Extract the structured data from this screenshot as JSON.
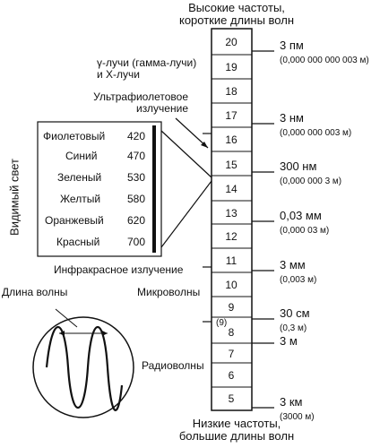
{
  "top_title": [
    "Высокие частоты,",
    "короткие длины волн"
  ],
  "bottom_title": [
    "Низкие частоты,",
    "большие длины волн"
  ],
  "scale": [
    "20",
    "19",
    "18",
    "17",
    "16",
    "15",
    "14",
    "13",
    "12",
    "11",
    "10",
    "9",
    "8",
    "7",
    "6",
    "5"
  ],
  "scale_extra": "(9)",
  "right_labels": [
    {
      "main": "3 пм",
      "sub": "(0,000 000 000 003 м)"
    },
    {
      "main": "3 нм",
      "sub": "(0,000 000 003 м)"
    },
    {
      "main": "300 нм",
      "sub": "(0,000 000 3 м)"
    },
    {
      "main": "0,03 мм",
      "sub": "(0,000 03 м)"
    },
    {
      "main": "3 мм",
      "sub": "(0,003 м)"
    },
    {
      "main": "30 см",
      "sub": "(0,3 м)"
    },
    {
      "main": "3 м",
      "sub": ""
    },
    {
      "main": "3 км",
      "sub": "(3000 м)"
    }
  ],
  "left_labels": {
    "gamma": [
      "γ-лучи (гамма-лучи)",
      "и Х-лучи"
    ],
    "uv": [
      "Ультрафиолетовое",
      "излучение"
    ],
    "ir": "Инфракрасное излучение",
    "micro": "Микроволны",
    "radio": "Радиоволны",
    "wavelength": "Длина волны"
  },
  "visible": {
    "title": "Видимый свет",
    "rows": [
      {
        "name": "Фиолетовый",
        "nm": "420"
      },
      {
        "name": "Синий",
        "nm": "470"
      },
      {
        "name": "Зеленый",
        "nm": "530"
      },
      {
        "name": "Желтый",
        "nm": "580"
      },
      {
        "name": "Оранжевый",
        "nm": "620"
      },
      {
        "name": "Красный",
        "nm": "700"
      }
    ]
  }
}
